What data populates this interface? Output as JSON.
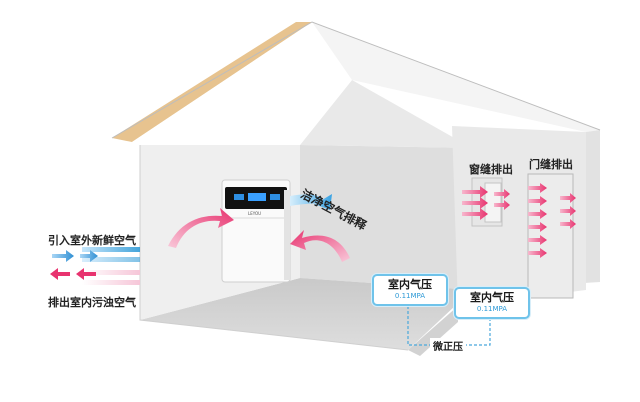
{
  "labels": {
    "fresh_air_in": "引入室外新鲜空气",
    "dirty_air_out": "排出室内污浊空气",
    "clean_air_out": "洁净空气排释",
    "window_gap": "窗缝排出",
    "door_gap": "门缝排出",
    "micro_pressure": "微正压"
  },
  "badges": [
    {
      "title": "室内气压",
      "value": "0.11MPA"
    },
    {
      "title": "室内气压",
      "value": "0.11MPA"
    }
  ],
  "device": {
    "brand": "LEYOU"
  },
  "colors": {
    "wall": "#efefef",
    "wall_shade": "#dcdcdc",
    "roof_edge": "#e7c38f",
    "pink_arrow": "#e8336f",
    "blue_arrow": "#4aa9e6",
    "badge_border": "#6fc3ea"
  }
}
